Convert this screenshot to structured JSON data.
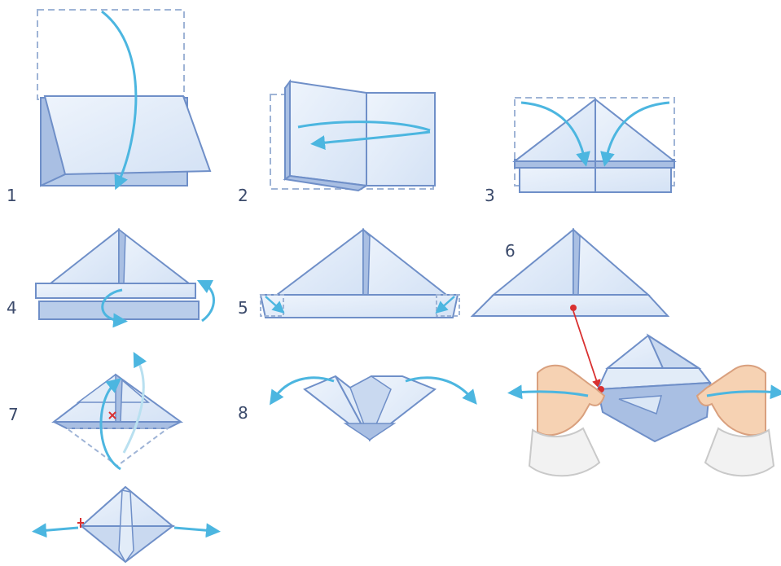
{
  "steps": [
    {
      "label": "1"
    },
    {
      "label": "2"
    },
    {
      "label": "3"
    },
    {
      "label": "4"
    },
    {
      "label": "5"
    },
    {
      "label": "6"
    },
    {
      "label": "7"
    },
    {
      "label": "8"
    }
  ],
  "colors": {
    "paper_fill": "#dbe7f6",
    "paper_light": "#eaf2fb",
    "paper_edge": "#6f8fc8",
    "paper_shade": "#a9bfe3",
    "arrow": "#4cb6e0",
    "dashed": "#9fb4d6",
    "marker_red": "#d93030",
    "skin": "#f6d2b3",
    "skin_edge": "#d9a07e",
    "sleeve": "#f2f2f2",
    "label": "#3b4a6b"
  },
  "icons": {
    "fold_arrow": "curved-arrow-icon",
    "marker": "red-dot-icon",
    "cross": "red-cross-icon"
  }
}
